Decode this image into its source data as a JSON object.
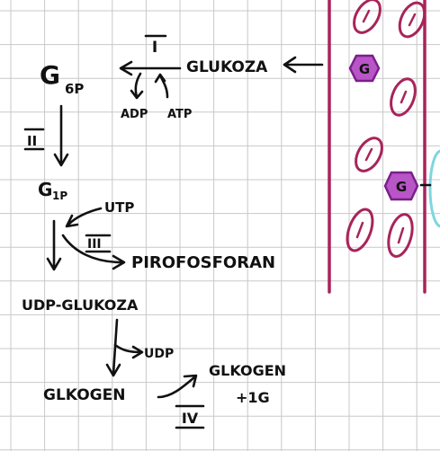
{
  "colors": {
    "grid": "#c8c8c8",
    "ink": "#111111",
    "vessel": "#a8245a",
    "glucose_fill": "#b855c7",
    "glucose_stroke": "#7a1f8a",
    "edge_cell": "#7fd6e0"
  },
  "labels": {
    "g6p": "G",
    "g6p_sub": "6P",
    "step1": "I",
    "glukoza": "GLUKOZA",
    "adp": "ADP",
    "atp": "ATP",
    "step2": "II",
    "g1p": "G",
    "g1p_sub": "1P",
    "utp": "UTP",
    "step3": "III",
    "pirofosforan": "PIROFOSFORAN",
    "udp_glukoza": "UDP-GLUKOZA",
    "udp": "UDP",
    "glikogen": "GLKOGEN",
    "step4": "IV",
    "glikogen_out": "GLKOGEN",
    "plus1g": "+1G",
    "glucose_symbol_top": "G",
    "glucose_symbol_bottom": "G"
  }
}
